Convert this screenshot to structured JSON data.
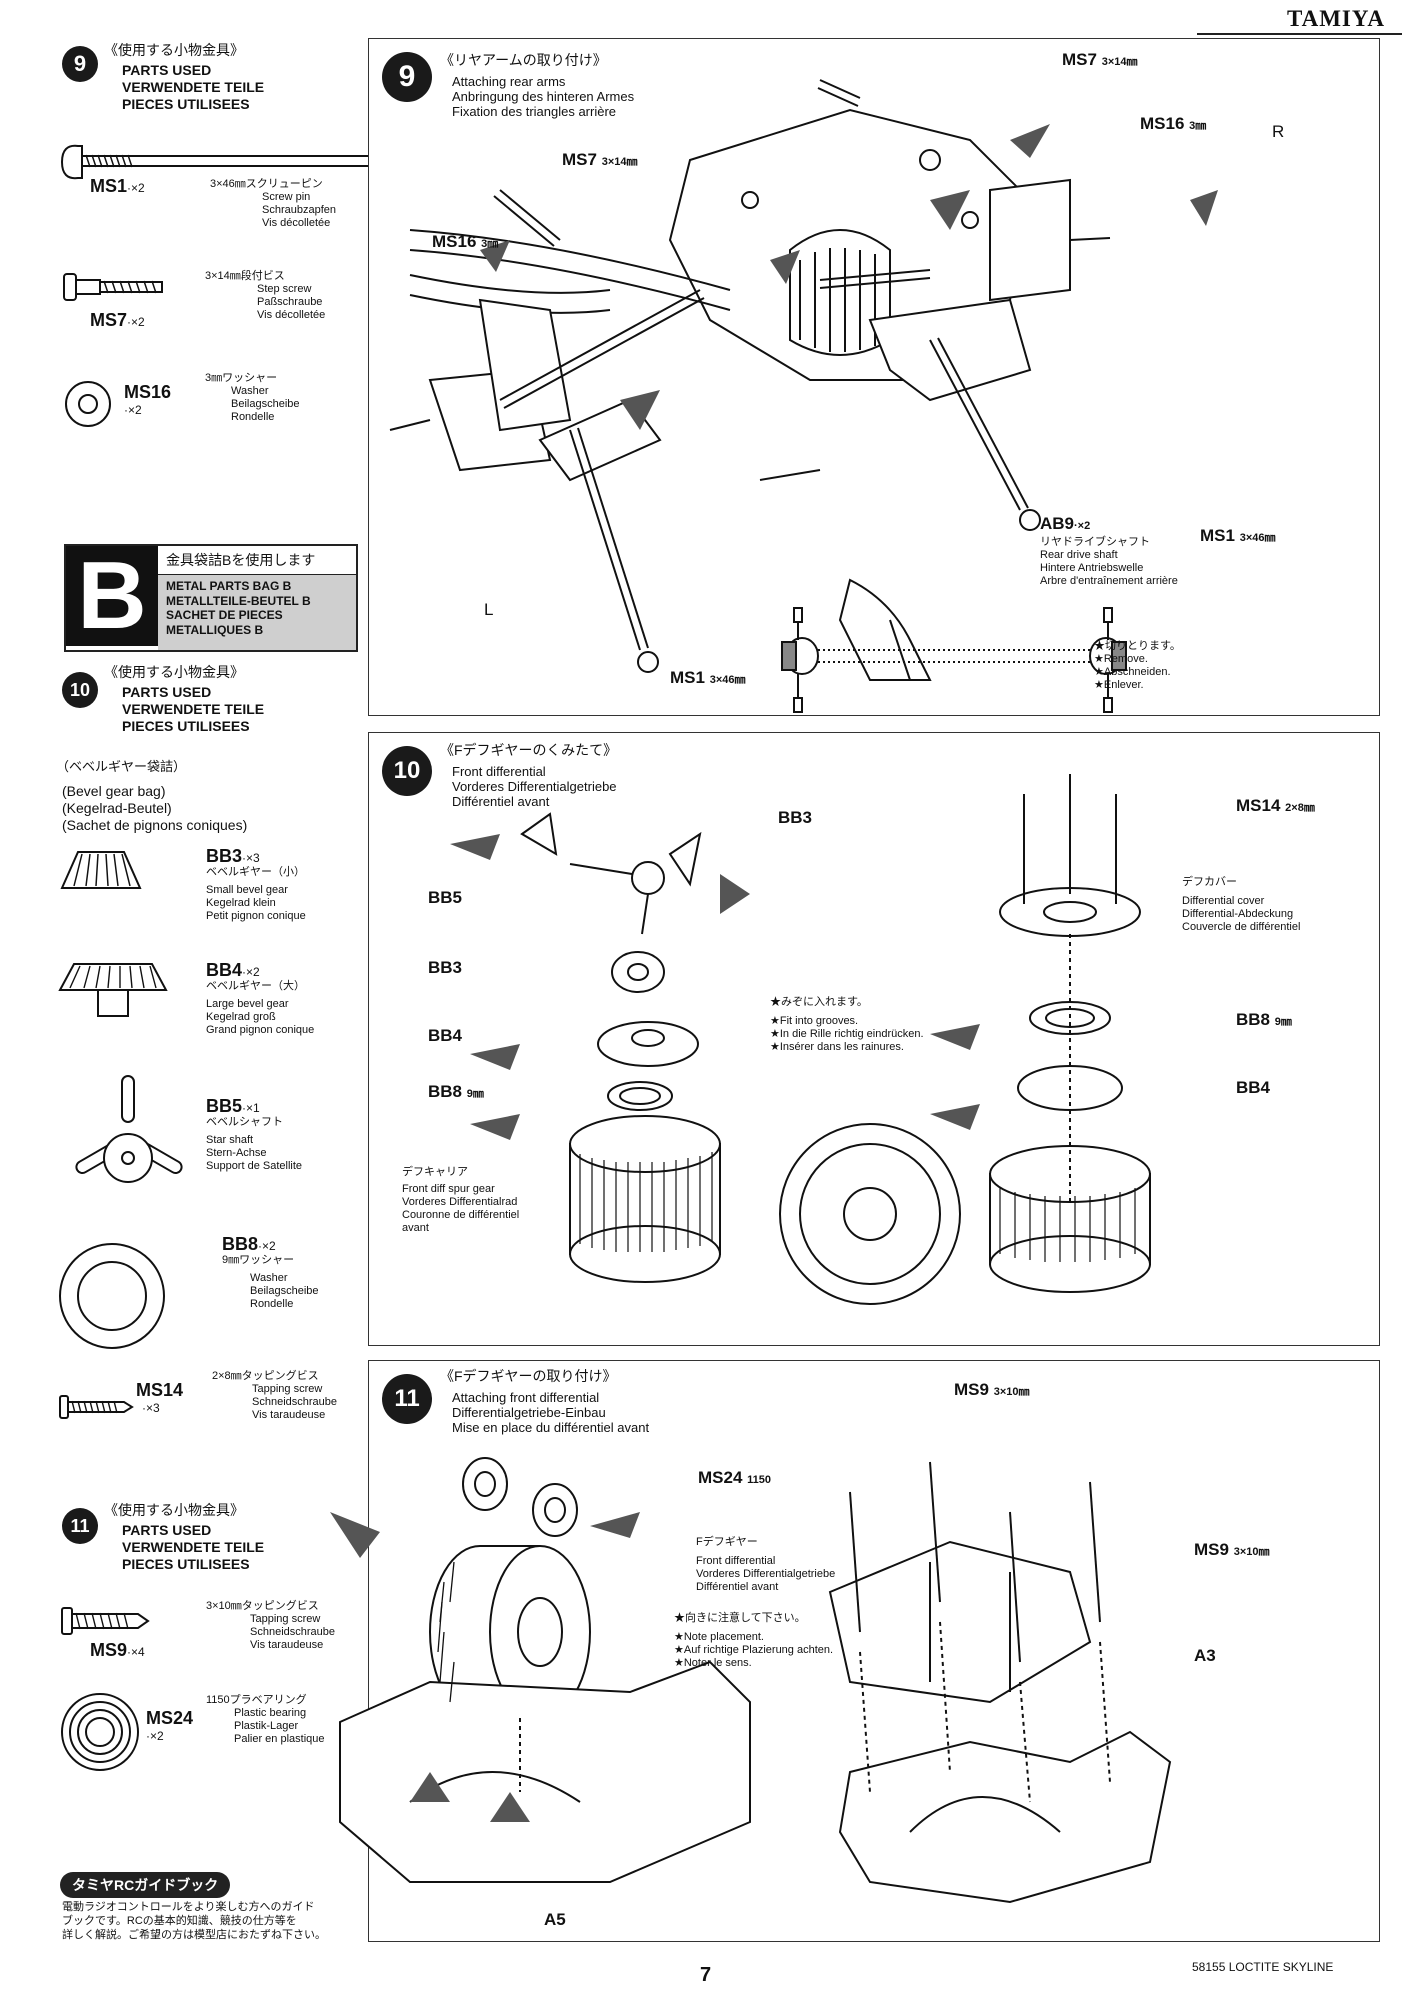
{
  "brand": "TAMIYA",
  "sidebar": {
    "s9": {
      "num": "9",
      "jp": "《使用する小物金具》",
      "lines": [
        "PARTS USED",
        "VERWENDETE TEILE",
        "PIECES UTILISEES"
      ],
      "parts": [
        {
          "code": "MS1",
          "qty": "·×2",
          "jp": "3×46㎜スクリューピン",
          "desc": [
            "Screw pin",
            "Schraubzapfen",
            "Vis décolletée"
          ]
        },
        {
          "code": "MS7",
          "qty": "·×2",
          "jp": "3×14㎜段付ビス",
          "desc": [
            "Step screw",
            "Paßschraube",
            "Vis décolletée"
          ]
        },
        {
          "code": "MS16",
          "qty": "·×2",
          "jp": "3㎜ワッシャー",
          "desc": [
            "Washer",
            "Beilagscheibe",
            "Rondelle"
          ]
        }
      ]
    },
    "bag": {
      "letter": "B",
      "jp": "金具袋詰Bを使用します",
      "lines": [
        "METAL PARTS BAG B",
        "METALLTEILE-BEUTEL B",
        "SACHET DE PIECES",
        "METALLIQUES B"
      ]
    },
    "s10": {
      "num": "10",
      "jp": "《使用する小物金具》",
      "lines": [
        "PARTS USED",
        "VERWENDETE TEILE",
        "PIECES UTILISEES"
      ],
      "bag_jp": "（ベベルギヤー袋詰）",
      "bag_lines": [
        "(Bevel gear bag)",
        "(Kegelrad-Beutel)",
        "(Sachet de pignons coniques)"
      ],
      "parts": [
        {
          "code": "BB3",
          "qty": "·×3",
          "jp": "ベベルギヤー（小）",
          "desc": [
            "Small bevel gear",
            "Kegelrad klein",
            "Petit pignon conique"
          ]
        },
        {
          "code": "BB4",
          "qty": "·×2",
          "jp": "ベベルギヤー（大）",
          "desc": [
            "Large bevel gear",
            "Kegelrad groß",
            "Grand pignon conique"
          ]
        },
        {
          "code": "BB5",
          "qty": "·×1",
          "jp": "ベベルシャフト",
          "desc": [
            "Star shaft",
            "Stern-Achse",
            "Support de Satellite"
          ]
        },
        {
          "code": "BB8",
          "qty": "·×2",
          "jp": "9㎜ワッシャー",
          "desc": [
            "Washer",
            "Beilagscheibe",
            "Rondelle"
          ]
        },
        {
          "code": "MS14",
          "qty": "·×3",
          "jp": "2×8㎜タッピングビス",
          "desc": [
            "Tapping screw",
            "Schneidschraube",
            "Vis taraudeuse"
          ]
        }
      ]
    },
    "s11": {
      "num": "11",
      "jp": "《使用する小物金具》",
      "lines": [
        "PARTS USED",
        "VERWENDETE TEILE",
        "PIECES UTILISEES"
      ],
      "parts": [
        {
          "code": "MS9",
          "qty": "·×4",
          "jp": "3×10㎜タッピングビス",
          "desc": [
            "Tapping screw",
            "Schneidschraube",
            "Vis taraudeuse"
          ]
        },
        {
          "code": "MS24",
          "qty": "·×2",
          "jp": "1150プラベアリング",
          "desc": [
            "Plastic bearing",
            "Plastik-Lager",
            "Palier en plastique"
          ]
        }
      ]
    },
    "guide": {
      "pill": "タミヤRCガイドブック",
      "text": [
        "電動ラジオコントロールをより楽しむ方へのガイド",
        "ブックです。RCの基本的知識、競技の仕方等を",
        "詳しく解説。ご希望の方は模型店におたずね下さい。"
      ]
    }
  },
  "step9": {
    "num": "9",
    "jp": "《リヤアームの取り付け》",
    "title": [
      "Attaching rear arms",
      "Anbringung des hinteren Armes",
      "Fixation des triangles arrière"
    ],
    "labels": {
      "ms7a": "MS7",
      "ms7a_size": "3×14㎜",
      "ms7b": "MS7",
      "ms7b_size": "3×14㎜",
      "ms16a": "MS16",
      "ms16a_size": "3㎜",
      "ms16b": "MS16",
      "ms16b_size": "3㎜",
      "r": "R",
      "l": "L",
      "ms1a": "MS1",
      "ms1a_size": "3×46㎜",
      "ms1b": "MS1",
      "ms1b_size": "3×46㎜",
      "ab9": "AB9",
      "ab9_qty": "·×2"
    },
    "ab9_desc": [
      "リヤドライブシャフト",
      "Rear drive shaft",
      "Hintere Antriebswelle",
      "Arbre d'entraînement arrière"
    ],
    "remove": [
      "★切りとります。",
      "★Remove.",
      "★Abschneiden.",
      "★Enlever."
    ]
  },
  "step10": {
    "num": "10",
    "jp": "《Fデフギヤーのくみたて》",
    "title": [
      "Front differential",
      "Vorderes Differentialgetriebe",
      "Différentiel avant"
    ],
    "labels": {
      "bb3a": "BB3",
      "bb5": "BB5",
      "bb3b": "BB3",
      "bb4a": "BB4",
      "bb8a": "BB8",
      "bb8a_size": "9㎜",
      "ms14": "MS14",
      "ms14_size": "2×8㎜",
      "bb8b": "BB8",
      "bb8b_size": "9㎜",
      "bb4b": "BB4"
    },
    "cover_desc": [
      "デフカバー",
      "Differential cover",
      "Differential-Abdeckung",
      "Couvercle de différentiel"
    ],
    "grooves": [
      "★みぞに入れます。",
      "★Fit into grooves.",
      "★In die Rille richtig eindrücken.",
      "★Insérer dans les rainures."
    ],
    "spur_desc": [
      "デフキャリア",
      "Front diff spur gear",
      "Vorderes Differentialrad",
      "Couronne de différentiel",
      "avant"
    ]
  },
  "step11": {
    "num": "11",
    "jp": "《Fデフギヤーの取り付け》",
    "title": [
      "Attaching front differential",
      "Differentialgetriebe-Einbau",
      "Mise en place du différentiel avant"
    ],
    "labels": {
      "ms24": "MS24",
      "ms24_size": "1150",
      "ms9a": "MS9",
      "ms9a_size": "3×10㎜",
      "ms9b": "MS9",
      "ms9b_size": "3×10㎜",
      "a3": "A3",
      "a5": "A5"
    },
    "front_diff": [
      "Fデフギヤー",
      "Front differential",
      "Vorderes Differentialgetriebe",
      "Différentiel avant"
    ],
    "placement": [
      "★向きに注意して下さい。",
      "★Note placement.",
      "★Auf richtige Plazierung achten.",
      "★Noter le sens."
    ]
  },
  "footer": {
    "page": "7",
    "code": "58155 LOCTITE SKYLINE"
  }
}
